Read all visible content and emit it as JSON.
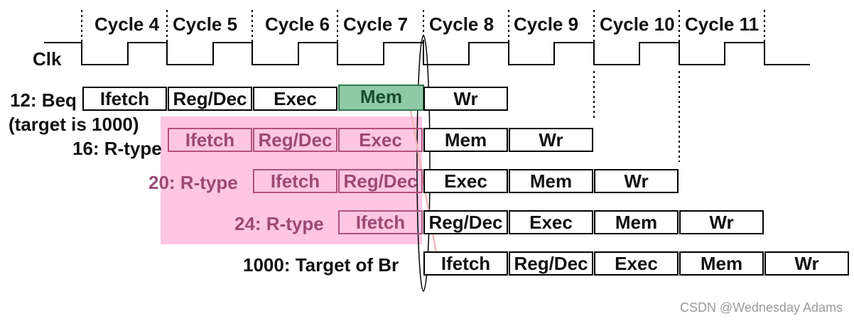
{
  "cycles": [
    "Cycle 4",
    "Cycle 5",
    "Cycle 6",
    "Cycle 7",
    "Cycle 8",
    "Cycle 9",
    "Cycle 10",
    "Cycle 11"
  ],
  "clock_label": "Clk",
  "instructions": [
    {
      "label": "12: Beq",
      "sublabel": "(target is 1000)",
      "stages": [
        "Ifetch",
        "Reg/Dec",
        "Exec",
        "Mem",
        "Wr"
      ]
    },
    {
      "label": "16: R-type",
      "stages": [
        "Ifetch",
        "Reg/Dec",
        "Exec",
        "Mem",
        "Wr"
      ]
    },
    {
      "label": "20: R-type",
      "stages": [
        "Ifetch",
        "Reg/Dec",
        "Exec",
        "Mem",
        "Wr"
      ]
    },
    {
      "label": "24: R-type",
      "stages": [
        "Ifetch",
        "Reg/Dec",
        "Exec",
        "Mem",
        "Wr"
      ]
    },
    {
      "label": "1000: Target of Br",
      "stages": [
        "Ifetch",
        "Reg/Dec",
        "Exec",
        "Mem",
        "Wr"
      ]
    }
  ],
  "watermark": "CSDN @Wednesday Adams",
  "colors": {
    "highlight_fill": "#8fc9a5",
    "flush_zone": "#ffb3d9",
    "flushed_text": "#9a4a74"
  }
}
